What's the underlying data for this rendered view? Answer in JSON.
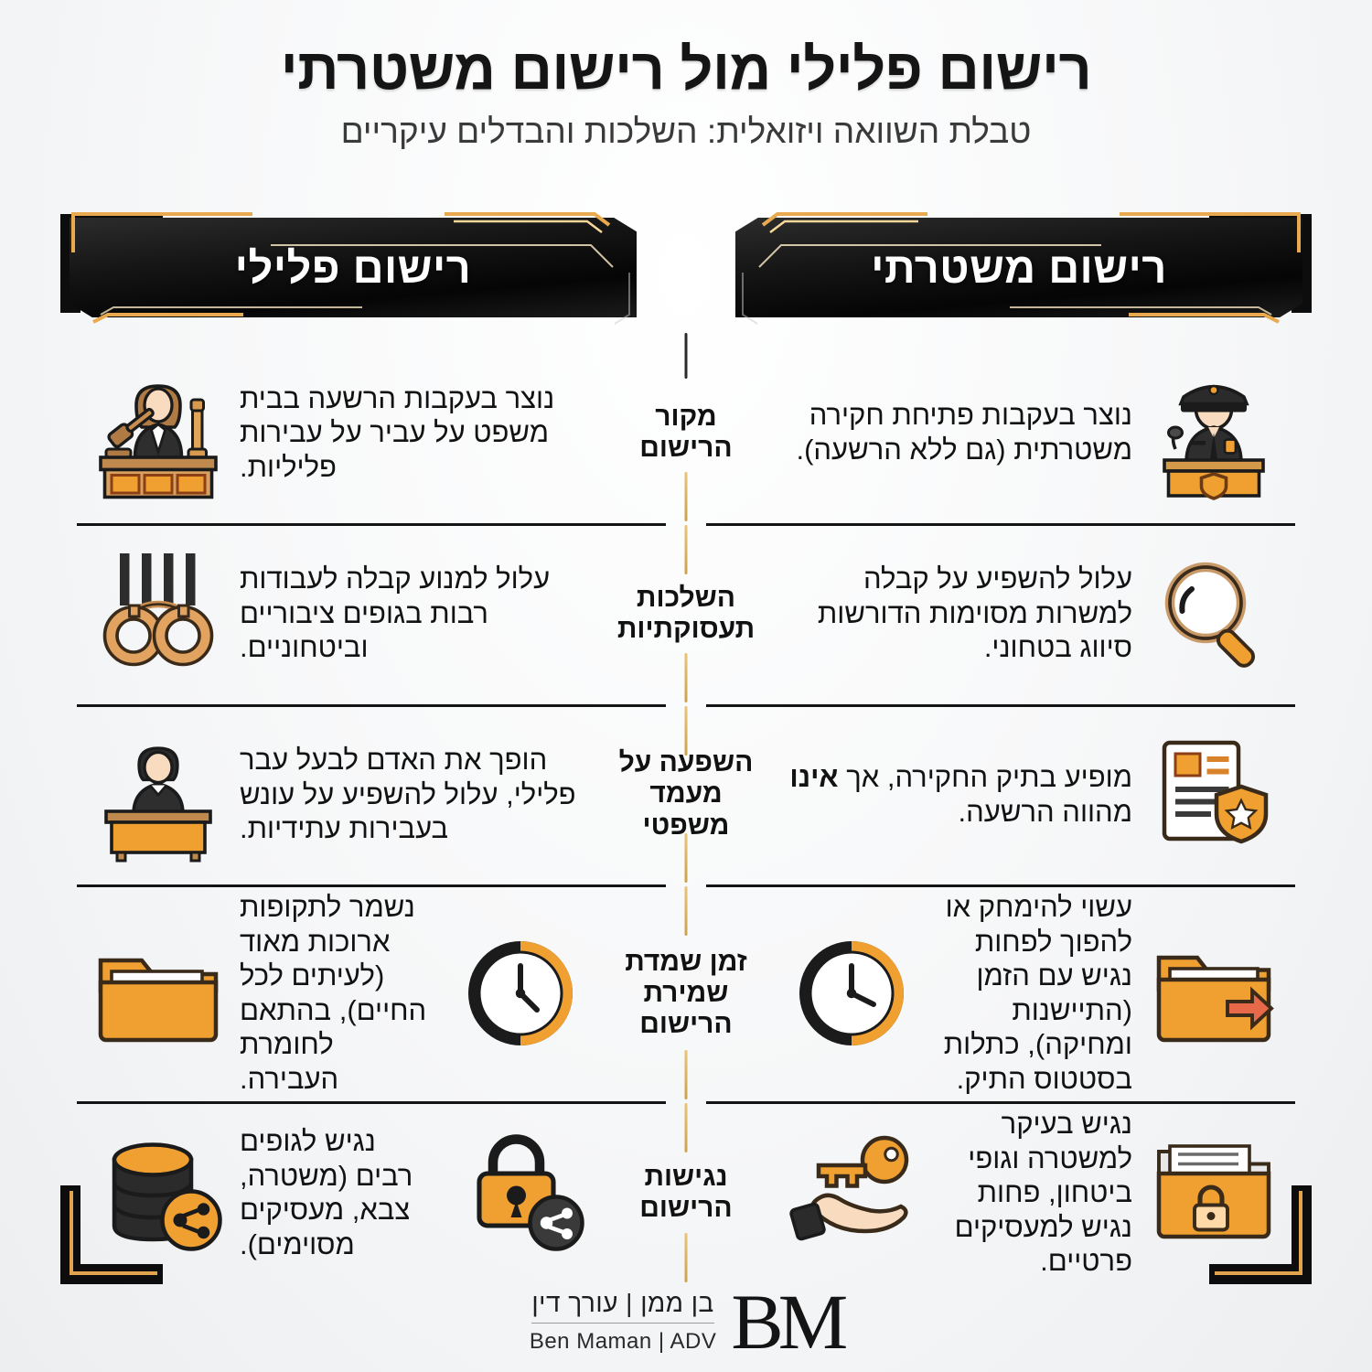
{
  "header": {
    "title": "רישום פלילי מול רישום משטרתי",
    "subtitle": "טבלת השוואה ויזואלית: השלכות והבדלים עיקריים"
  },
  "columns": {
    "left": {
      "label": "רישום פלילי"
    },
    "right": {
      "label": "רישום משטרתי"
    }
  },
  "colors": {
    "accent": "#f0a030",
    "gold": "#e4b861",
    "dark": "#0c0c0c",
    "text": "#121212",
    "background": "#f2f3f4"
  },
  "rows": [
    {
      "middle_label": "מקור הרישום",
      "left": {
        "text": "נוצר בעקבות הרשעה בבית משפט על עביר על עבירות פליליות.",
        "icon": "judge-bench-icon"
      },
      "right": {
        "text": "נוצר בעקבות פתיחת חקירה משטרתית (גם ללא הרשעה).",
        "icon": "police-officer-podium-icon"
      }
    },
    {
      "middle_label": "השלכות תעסוקתיות",
      "left": {
        "text": "עלול למנוע קבלה לעבודות רבות בגופים ציבוריים וביטחוניים.",
        "icon": "handcuffs-icon",
        "icon_secondary": "rejected-employee-icon"
      },
      "right": {
        "text": "עלול להשפיע על קבלה למשרות מסוימות הדורשות סיווג בטחוני.",
        "icon": "magnifying-glass-icon",
        "icon_secondary": "scales-blocked-icon"
      }
    },
    {
      "middle_label": "השפעה על מעמד משפטי",
      "left": {
        "text": "הופך את האדם לבעל עבר פלילי, עלול להשפיע על עונש בעבירות עתידיות.",
        "icon": "person-at-desk-icon",
        "icon_secondary": "gavel-icon"
      },
      "right": {
        "text_before": "מופיע בתיק החקירה, אך ",
        "text_bold": "אינו",
        "text_after": " מהווה הרשעה.",
        "icon": "document-badge-icon"
      }
    },
    {
      "middle_label": "זמן שמדת שמירת הרישום",
      "left": {
        "text": "נשמר לתקופות ארוכות מאוד (לעיתים לכל החיים), בהתאם לחומרת העבירה.",
        "icon": "folder-icon",
        "icon_secondary": "clock-icon"
      },
      "right": {
        "text": "עשוי להימחק או להפוך לפחות נגיש עם הזמן (התיישנות ומחיקה), כתלות בסטטוס התיק.",
        "icon": "folder-arrow-icon",
        "icon_secondary": "clock-icon"
      }
    },
    {
      "middle_label": "נגישות הרישום",
      "left": {
        "text": "נגיש לגופים רבים (משטרה, צבא, מעסיקים מסוימים).",
        "icon": "database-share-icon",
        "icon_secondary": "lock-share-icon"
      },
      "right": {
        "text": "נגיש בעיקר למשטרה וגופי ביטחון, פחות נגיש למעסיקים פרטיים.",
        "icon": "folder-lock-icon",
        "icon_secondary": "key-in-hand-icon"
      }
    }
  ],
  "footer": {
    "logo_hebrew": "בן ממן | עורך דין",
    "logo_english": "Ben Maman | ADV",
    "logo_monogram": "BM"
  }
}
